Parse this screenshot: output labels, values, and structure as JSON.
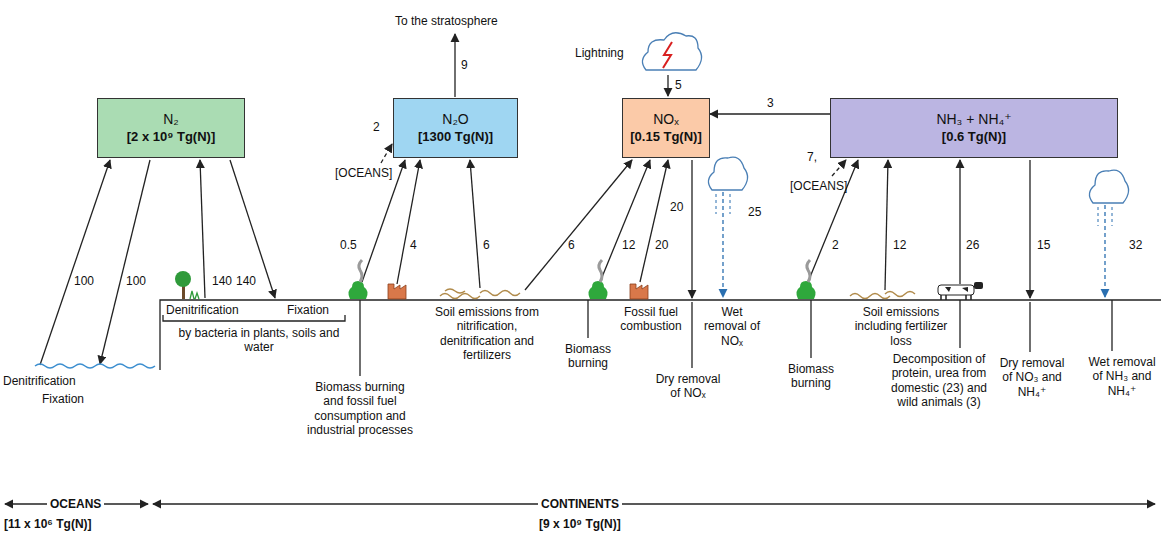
{
  "diagram": {
    "nodes": [
      {
        "text": [
          "N₂",
          "[2 x 10⁹ Tg(N)]"
        ]
      },
      {
        "text": [
          "N₂O",
          "[1300 Tg(N)]"
        ]
      },
      {
        "text": [
          "NOₓ",
          "[0.15 Tg(N)]"
        ]
      },
      {
        "text": [
          "NH₃ + NH₄⁺",
          "[0.6 Tg(N)]"
        ]
      }
    ],
    "edges": [
      {
        "from": 3,
        "to": 2,
        "arrow": "to",
        "label": "3"
      }
    ],
    "labels": [
      "To the stratosphere",
      "9",
      "2",
      "[OCEANS]",
      "Lightning",
      "5",
      "7,",
      "[OCEANS]",
      "100",
      "100",
      "140",
      "140",
      "0.5",
      "4",
      "6",
      "6",
      "12",
      "20",
      "20",
      "25",
      "2",
      "12",
      "26",
      "15",
      "32",
      "Denitrification",
      "Fixation",
      "Denitrification",
      "Fixation",
      "by bacteria in plants, soils and water",
      "Biomass burning and fossil fuel consumption and industrial processes",
      "Soil emissions from nitrification, denitrification and fertilizers",
      "Biomass burning",
      "Fossil fuel combustion",
      "Wet removal of NOₓ",
      "Dry removal of NOₓ",
      "Biomass burning",
      "Soil emissions including fertilizer loss",
      "Decomposition of protein, urea from domestic (23) and wild animals (3)",
      "Dry removal of NO₃ and NH₄⁺",
      "Wet removal of NH₃ and NH₄⁺",
      "OCEANS",
      "[11 x 10⁶ Tg(N)]",
      "CONTINENTS",
      "[9 x 10⁹ Tg(N)]"
    ]
  }
}
